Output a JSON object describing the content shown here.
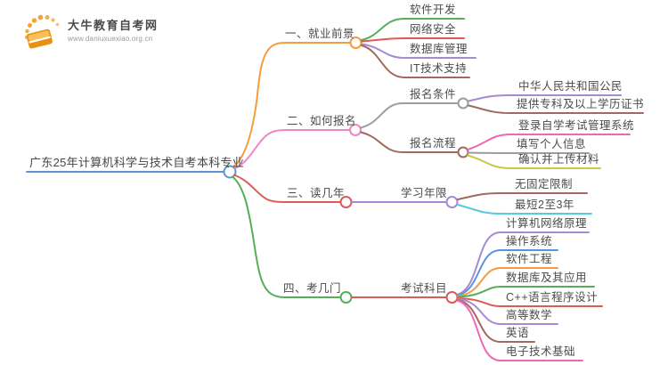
{
  "logo": {
    "site_name": "大牛教育自考网",
    "site_url": "www.daniuxuexiao.org.cn",
    "icon": "book-sun-icon"
  },
  "mindmap": {
    "root": "广东25年计算机科学与技术自考本科专业",
    "branches": [
      {
        "label": "一、就业前景",
        "children": [
          {
            "label": "软件开发"
          },
          {
            "label": "网络安全"
          },
          {
            "label": "数据库管理"
          },
          {
            "label": "IT技术支持"
          }
        ]
      },
      {
        "label": "二、如何报名",
        "children": [
          {
            "label": "报名条件",
            "children": [
              {
                "label": "中华人民共和国公民"
              },
              {
                "label": "提供专科及以上学历证书"
              }
            ]
          },
          {
            "label": "报名流程",
            "children": [
              {
                "label": "登录自学考试管理系统"
              },
              {
                "label": "填写个人信息"
              },
              {
                "label": "确认并上传材料"
              }
            ]
          }
        ]
      },
      {
        "label": "三、读几年",
        "children": [
          {
            "label": "学习年限",
            "children": [
              {
                "label": "无固定限制"
              },
              {
                "label": "最短2至3年"
              }
            ]
          }
        ]
      },
      {
        "label": "四、考几门",
        "children": [
          {
            "label": "考试科目",
            "children": [
              {
                "label": "计算机网络原理"
              },
              {
                "label": "操作系统"
              },
              {
                "label": "软件工程"
              },
              {
                "label": "数据库及其应用"
              },
              {
                "label": "C++语言程序设计"
              },
              {
                "label": "高等数学"
              },
              {
                "label": "英语"
              },
              {
                "label": "电子技术基础"
              }
            ]
          }
        ]
      }
    ]
  },
  "palette": {
    "blue": "#5b94d6",
    "orange": "#f79b3c",
    "pink_light": "#ef86c5",
    "pink_hot": "#f068b2",
    "red": "#dd5b57",
    "green": "#55af57",
    "purple": "#a58bd3",
    "brown": "#a06a5f",
    "gray": "#9e9ea0",
    "olive": "#c3cb41",
    "cyan": "#55cbdd",
    "text": "#4c4c4c",
    "logo_orange": "#f49b20"
  }
}
